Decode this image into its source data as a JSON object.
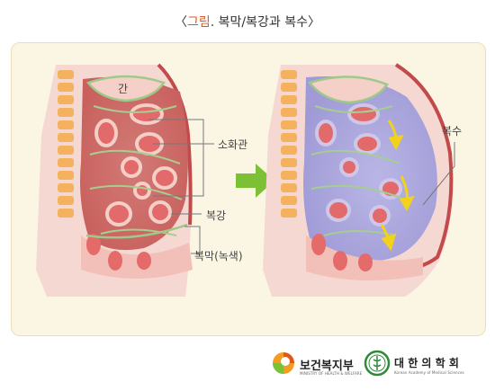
{
  "title": {
    "prefix": "〈",
    "accent": "그림",
    "rest": ". 복막/복강과 복수〉"
  },
  "labels": {
    "liver": "간",
    "intestine": "소화관",
    "cavity": "복강",
    "peritoneum": "복막(녹색)",
    "ascites": "복수"
  },
  "logos": {
    "ministry": {
      "name": "보건복지부",
      "sub": "MINISTRY OF HEALTH & WELFARE"
    },
    "kams": {
      "name": "대 한 의 학 회",
      "sub": "Korean Academy of Medical Sciences"
    }
  },
  "colors": {
    "peritoneum": "#9fc98a",
    "ascites": "#a8a8e0",
    "arrow": "#7cc036",
    "fluid_arrow": "#f2d21a"
  }
}
